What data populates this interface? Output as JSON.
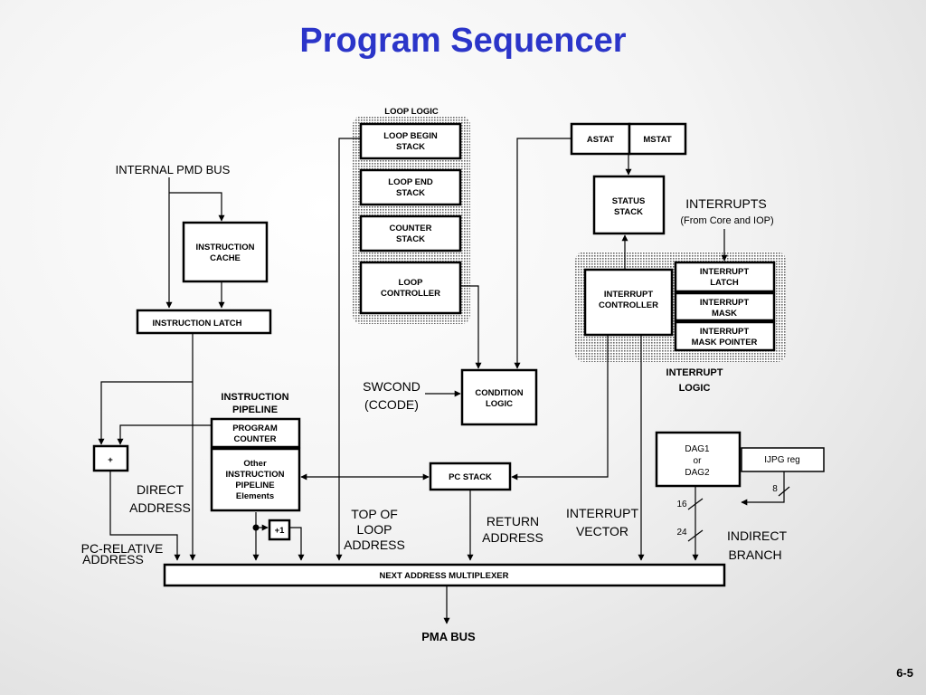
{
  "title": "Program Sequencer",
  "page_number": "6-5",
  "blocks": {
    "loop_logic": "LOOP LOGIC",
    "loop_begin_stack": [
      "LOOP BEGIN",
      "STACK"
    ],
    "loop_end_stack": [
      "LOOP END",
      "STACK"
    ],
    "counter_stack": [
      "COUNTER",
      "STACK"
    ],
    "loop_controller": [
      "LOOP",
      "CONTROLLER"
    ],
    "astat": "ASTAT",
    "mstat": "MSTAT",
    "status_stack": [
      "STATUS",
      "STACK"
    ],
    "instruction_cache": [
      "INSTRUCTION",
      "CACHE"
    ],
    "instruction_latch": "INSTRUCTION LATCH",
    "interrupt_controller": [
      "INTERRUPT",
      "CONTROLLER"
    ],
    "interrupt_latch": [
      "INTERRUPT",
      "LATCH"
    ],
    "interrupt_mask": [
      "INTERRUPT",
      "MASK"
    ],
    "interrupt_mask_pointer": [
      "INTERRUPT",
      "MASK POINTER"
    ],
    "interrupt_logic": [
      "INTERRUPT",
      "LOGIC"
    ],
    "condition_logic": [
      "CONDITION",
      "LOGIC"
    ],
    "instruction_pipeline": [
      "INSTRUCTION",
      "PIPELINE"
    ],
    "program_counter": [
      "PROGRAM",
      "COUNTER"
    ],
    "other_pipeline": [
      "Other",
      "INSTRUCTION",
      "PIPELINE",
      "Elements"
    ],
    "adder": "+",
    "incrementer": "+1",
    "pc_stack": "PC STACK",
    "dag": [
      "DAG1",
      "or",
      "DAG2"
    ],
    "ijpg_reg": "IJPG reg",
    "next_address_mux": "NEXT ADDRESS MULTIPLEXER",
    "pma_bus": "PMA BUS"
  },
  "labels": {
    "internal_pmd_bus": "INTERNAL PMD BUS",
    "interrupts": "INTERRUPTS",
    "interrupts_source": "(From Core and IOP)",
    "swcond": "SWCOND",
    "ccode": "(CCODE)",
    "direct_address": [
      "DIRECT",
      "ADDRESS"
    ],
    "pc_relative_address": [
      "PC-RELATIVE",
      "ADDRESS"
    ],
    "top_of_loop_address": [
      "TOP OF",
      "LOOP",
      "ADDRESS"
    ],
    "return_address": [
      "RETURN",
      "ADDRESS"
    ],
    "interrupt_vector": [
      "INTERRUPT",
      "VECTOR"
    ],
    "indirect_branch": [
      "INDIRECT",
      "BRANCH"
    ],
    "bus_width_16": "16",
    "bus_width_24": "24",
    "bus_width_8": "8"
  }
}
